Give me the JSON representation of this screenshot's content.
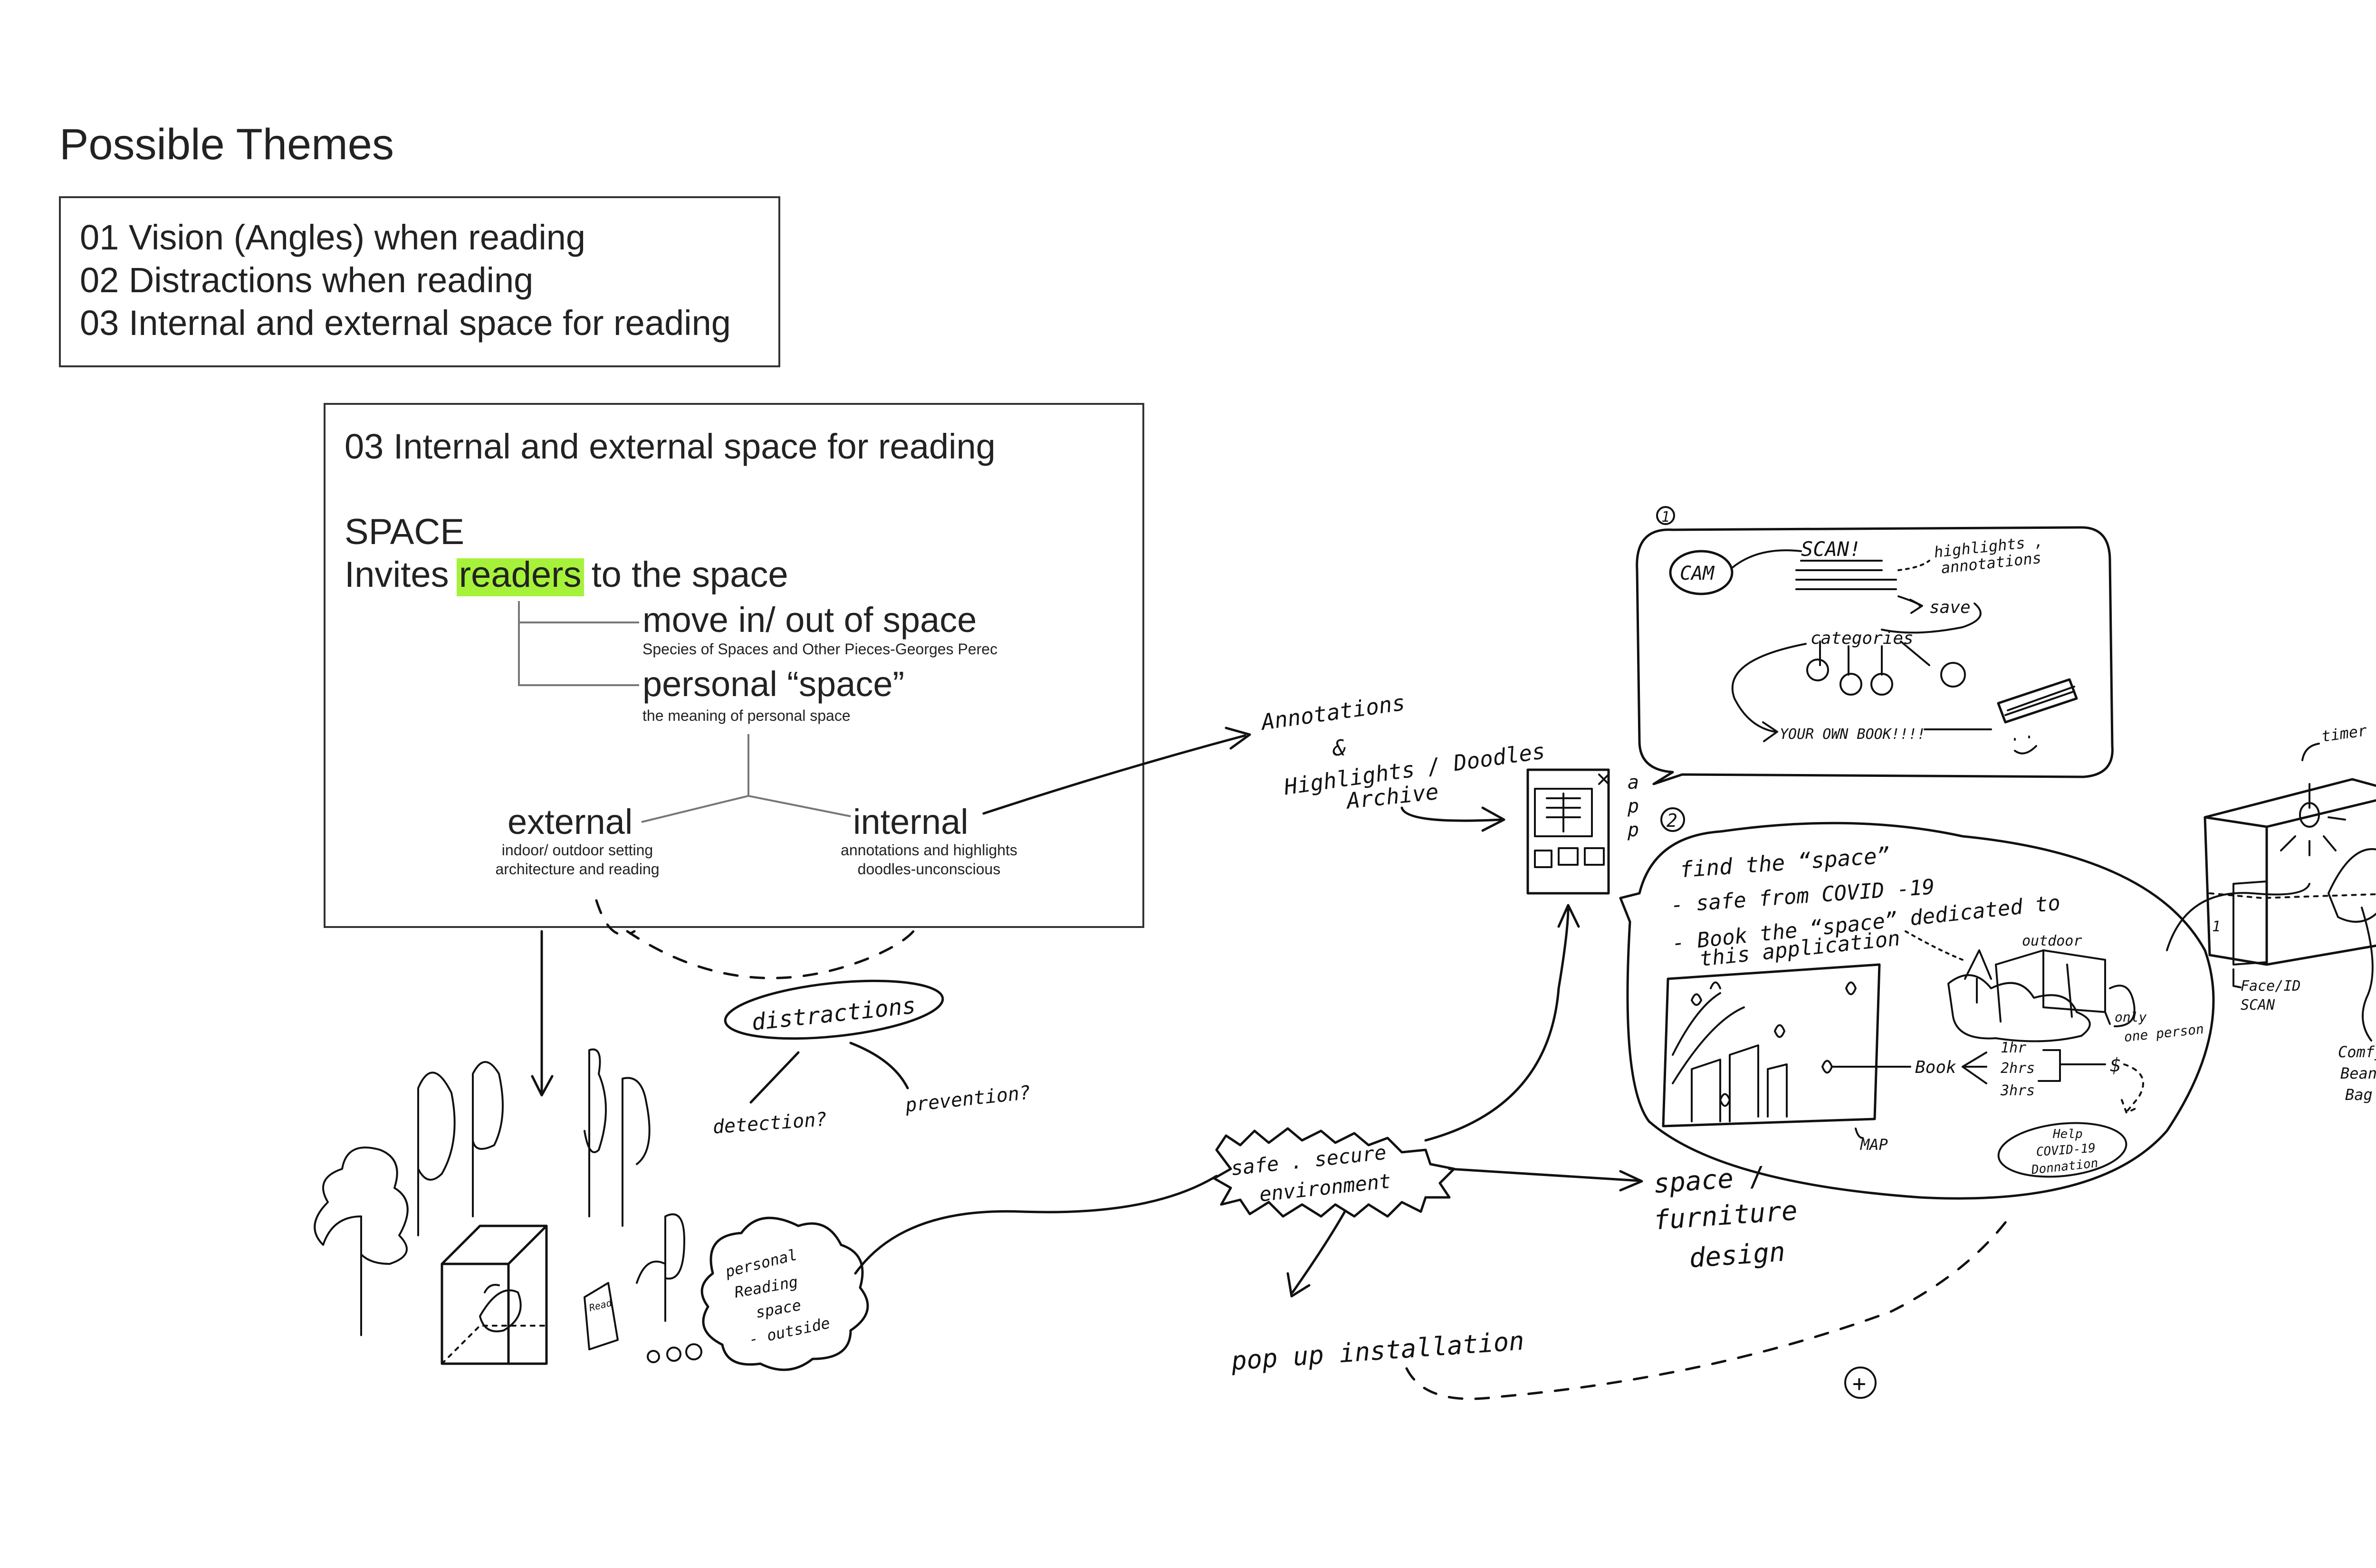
{
  "title": "Possible Themes",
  "themes": [
    "01 Vision (Angles) when reading",
    "02 Distractions when reading",
    "03 Internal and external space for reading"
  ],
  "detail": {
    "heading": "03 Internal and external space for reading",
    "space_label": "SPACE",
    "invites_pre": "Invites ",
    "invites_highlight": "readers",
    "invites_post": " to the space",
    "highlight_color": "#a6f23a",
    "move": "move in/ out of space",
    "move_sub": "Species of Spaces and Other Pieces-Georges Perec",
    "personal": "personal “space”",
    "personal_sub": "the meaning of personal space",
    "external": "external",
    "external_sub1": "indoor/ outdoor setting",
    "external_sub2": "architecture and reading",
    "internal": "internal",
    "internal_sub1": "annotations and highlights",
    "internal_sub2": "doodles-unconscious"
  },
  "sketch": {
    "distractions": "distractions",
    "detection": "detection?",
    "prevention": "prevention?",
    "annotations": "Annotations",
    "amp": "&",
    "highlights_doodles": "Highlights / Doodles",
    "archive": "Archive",
    "app_a": "a",
    "app_p1": "p",
    "app_p2": "p",
    "num1": "1",
    "num2": "2",
    "cam": "CAM",
    "scan": "SCAN!",
    "highlights_ann1": "highlights ,",
    "highlights_ann2": "annotations",
    "save": "save",
    "categories": "categories",
    "your_own_book": "YOUR OWN BOOK!!!!",
    "find_space": "find the “space”",
    "safe_covid": "- safe from   COVID -19",
    "book_space": "- Book  the “space” dedicated to",
    "this_app": "this  application",
    "outdoor": "outdoor",
    "only": "only",
    "one_person": "one person",
    "book": "Book",
    "hr1": "1hr",
    "hr2": "2hrs",
    "hr3": "3hrs",
    "dollar": "$",
    "help1": "Help",
    "help2": "COVID-19",
    "help3": "Donnation",
    "map": "MAP",
    "timer": "timer",
    "face_id1": "Face/ID",
    "face_id2": "SCAN",
    "comfy1": "Comfy",
    "comfy2": "Bean",
    "comfy3": "Bag",
    "safe_secure1": "safe . secure",
    "safe_secure2": "environment",
    "space_furniture1": "space /",
    "space_furniture2": "furniture",
    "space_furniture3": "design",
    "pop_up": "pop up  installation",
    "personal_reading1": "personal",
    "personal_reading2": "Reading",
    "personal_reading3": "space",
    "personal_reading4": "- outside",
    "read_sign": "Read",
    "plus": "+"
  }
}
